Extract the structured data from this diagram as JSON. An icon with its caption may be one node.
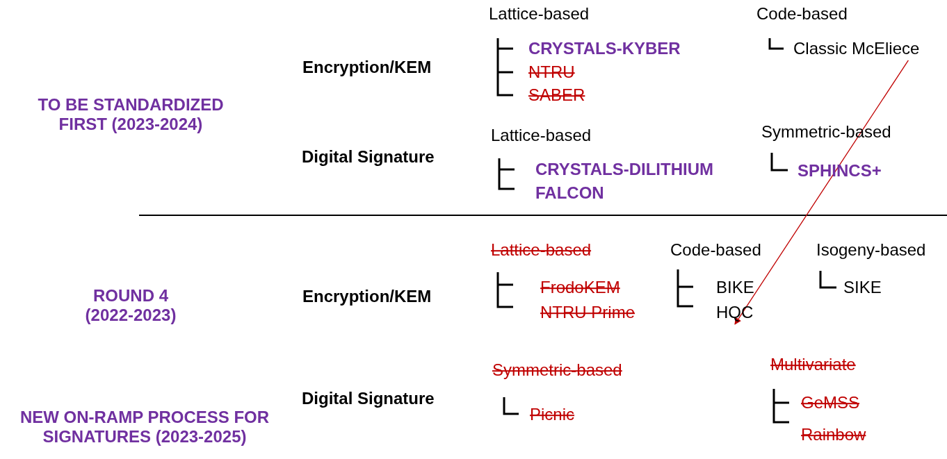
{
  "diagram": {
    "nodes": [
      {
        "text": [
          "Classic McEliece"
        ]
      },
      {
        "text": [
          "HQC"
        ]
      }
    ],
    "edges": [
      {
        "from": 0,
        "to": 1,
        "arrow": "to"
      }
    ],
    "labels": [
      "Lattice-based",
      "Code-based",
      "Encryption/KEM",
      "CRYSTALS-KYBER",
      "NTRU",
      "SABER",
      "TO BE STANDARDIZED FIRST (2023-2024)",
      "Lattice-based",
      "Symmetric-based",
      "Digital Signature",
      "CRYSTALS-DILITHIUM",
      "SPHINCS+",
      "FALCON",
      "Lattice-based",
      "Code-based",
      "Isogeny-based",
      "ROUND 4 (2022-2023)",
      "Encryption/KEM",
      "FrodoKEM",
      "BIKE",
      "SIKE",
      "NTRU Prime",
      "Symmetric-based",
      "Multivariate",
      "Digital Signature",
      "NEW ON-RAMP PROCESS FOR SIGNATURES (2023-2025)",
      "Picnic",
      "GeMSS",
      "Rainbow"
    ]
  }
}
